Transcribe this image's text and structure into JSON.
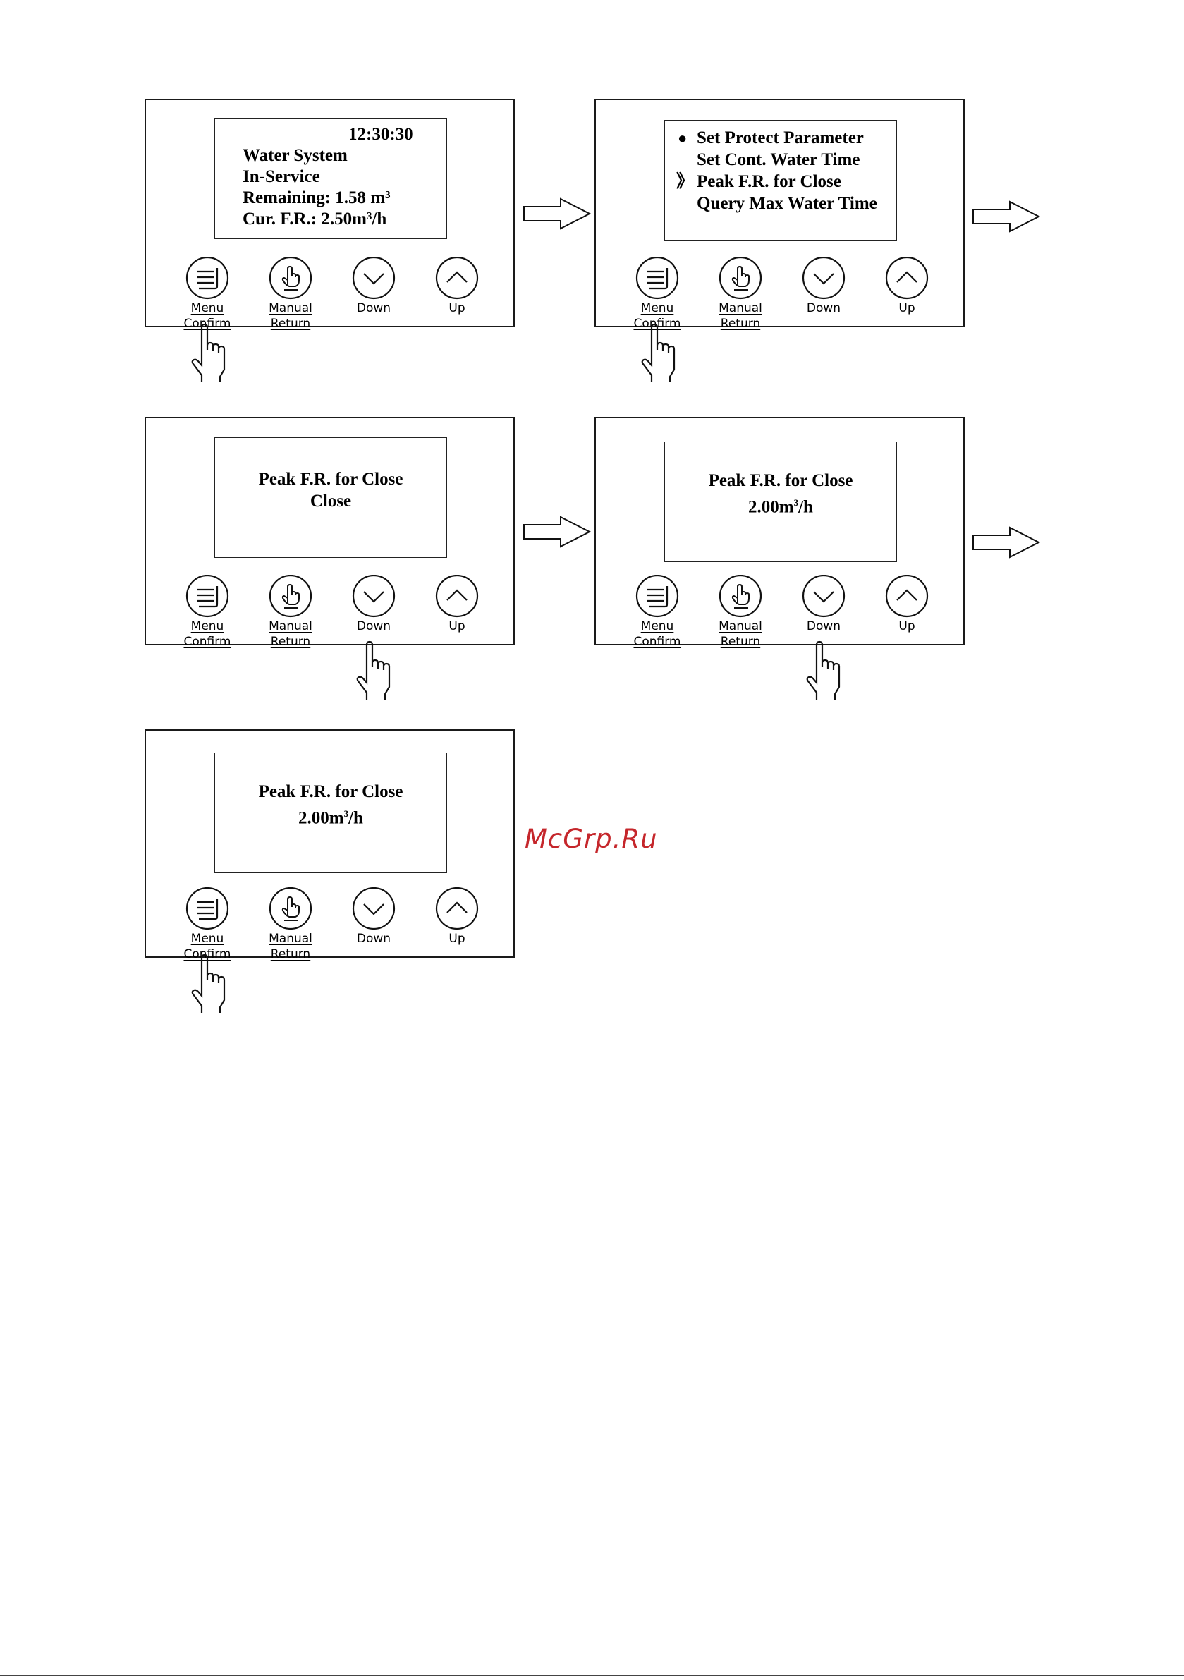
{
  "panels": [
    {
      "lines": [
        "12:30:30",
        "Water System",
        "In-Service",
        "Remaining: 1.58 m³",
        "Cur. F.R.: 2.50m³/h"
      ]
    },
    {
      "lines": [
        "●",
        "Set Protect Parameter",
        "Set Cont. Water Time",
        "》",
        "Peak F.R. for Close",
        "Query Max Water Time"
      ]
    },
    {
      "lines": [
        "Peak F.R. for Close",
        "Close"
      ]
    },
    {
      "lines": [
        "Peak F.R. for Close",
        "2.00m",
        "3",
        "/h"
      ]
    },
    {
      "lines": [
        "Peak F.R. for Close",
        "2.00m",
        "3",
        "/h"
      ]
    }
  ],
  "buttons": {
    "menu_top": "Menu",
    "menu_bottom": "Confirm",
    "manual_top": "Manual",
    "manual_bottom": "Return",
    "down": "Down",
    "up": "Up"
  },
  "watermark": "McGrp.Ru",
  "icons": [
    "menu-lines-icon",
    "hand-pointer-icon",
    "chevron-down-icon",
    "chevron-up-icon",
    "arrow-right-icon",
    "pointing-hand-icon"
  ]
}
